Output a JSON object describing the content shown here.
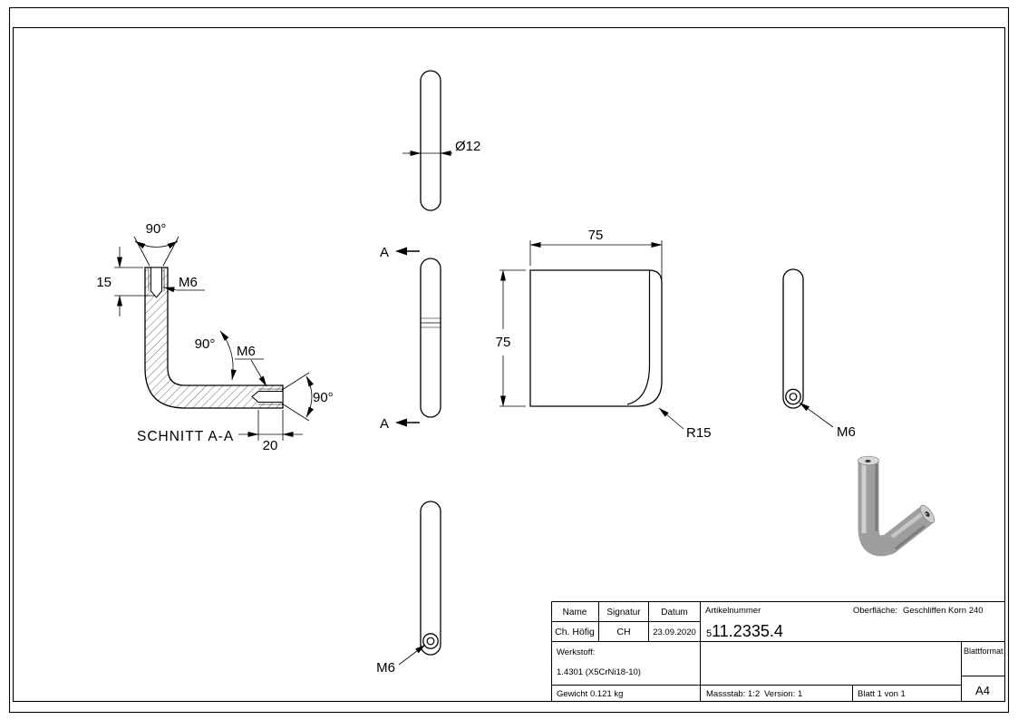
{
  "sheet": {
    "background": "#ffffff",
    "line_color": "#000000",
    "metal_color": "#9e9e9e"
  },
  "annotations": {
    "dia12": "Ø12",
    "mark_a_top": "A",
    "mark_a_bottom": "A",
    "width75": "75",
    "height75": "75",
    "r15": "R15",
    "m6_side": "M6",
    "m6_bottom": "M6"
  },
  "section_view": {
    "title": "SCHNITT A-A",
    "depth15": "15",
    "angle_top": "90°",
    "m6_top": "M6",
    "angle_bend": "90°",
    "m6_right": "M6",
    "angle_right": "90°",
    "len20": "20"
  },
  "title_block": {
    "name_label": "Name",
    "signatur_label": "Signatur",
    "datum_label": "Datum",
    "name_value": "Ch. Höfig",
    "signatur_value": "CH",
    "datum_value": "23.09.2020",
    "artikelnummer_label": "Artikelnummer",
    "artikelnummer_prefix": "5",
    "artikelnummer_value": "11.2335.4",
    "oberflaeche_label": "Oberfläche:",
    "oberflaeche_value": "Geschliffen Korn 240",
    "werkstoff_label": "Werkstoff:",
    "werkstoff_value": "1.4301 (X5CrNi18-10)",
    "gewicht_value": "Gewicht 0.121 kg",
    "massstab_value": "Massstab: 1:2",
    "version_value": "Version: 1",
    "blatt_value": "Blatt 1 von 1",
    "blattformat_label": "Blattformat",
    "blattformat_value": "A4"
  }
}
